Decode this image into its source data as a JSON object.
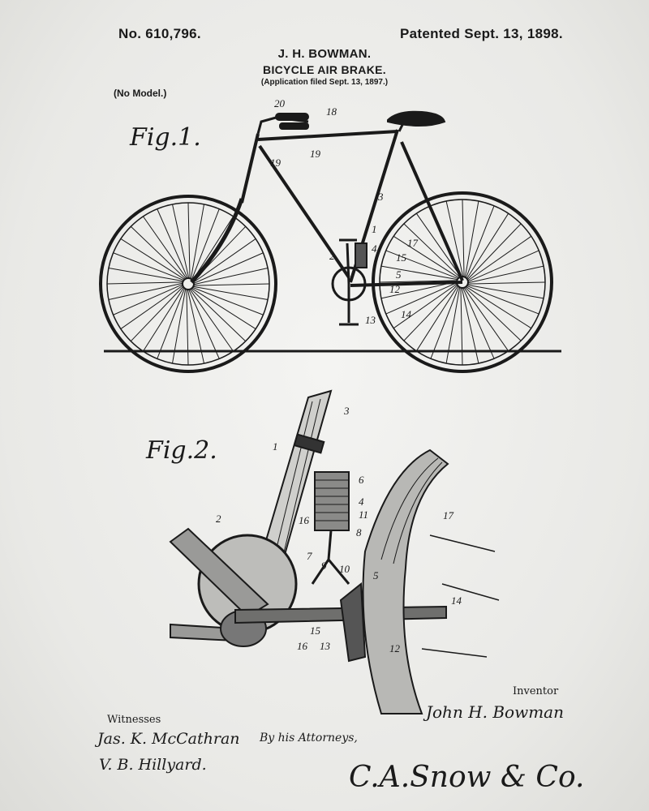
{
  "header": {
    "patent_number": "No. 610,796.",
    "patent_date": "Patented Sept. 13, 1898.",
    "inventor_heading": "J. H. BOWMAN.",
    "title": "BICYCLE AIR BRAKE.",
    "application": "(Application filed Sept. 13, 1897.)",
    "model_note": "(No Model.)"
  },
  "figures": {
    "fig1": {
      "label": "Fig.1.",
      "refs": [
        "20",
        "18",
        "19",
        "19",
        "3",
        "1",
        "4",
        "2",
        "17",
        "15",
        "5",
        "12",
        "14",
        "13"
      ]
    },
    "fig2": {
      "label": "Fig.2.",
      "refs": [
        "3",
        "1",
        "6",
        "4",
        "11",
        "8",
        "16",
        "7",
        "9",
        "10",
        "5",
        "17",
        "14",
        "2",
        "15",
        "16",
        "13",
        "12"
      ]
    }
  },
  "footer": {
    "inventor_label": "Inventor",
    "inventor_signature": "John H. Bowman",
    "witnesses_label": "Witnesses",
    "witness_1": "Jas. K. McCathran",
    "witness_2": "V. B. Hillyard.",
    "attorneys_label": "By his Attorneys,",
    "attorney_signature": "C.A.Snow & Co."
  },
  "colors": {
    "ink": "#1a1a1a",
    "paper": "#ededeb"
  }
}
